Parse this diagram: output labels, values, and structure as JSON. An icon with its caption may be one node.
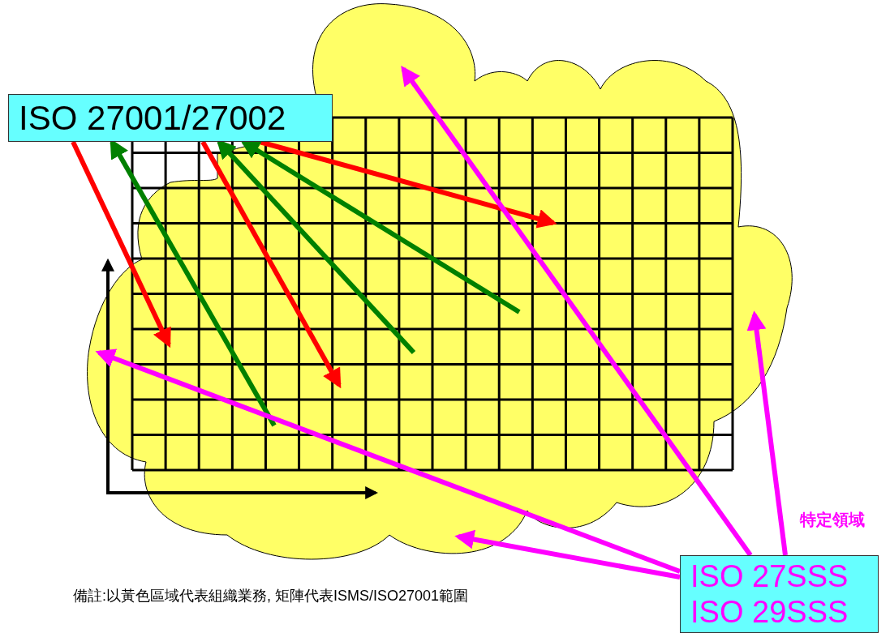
{
  "diagram": {
    "nodes": [
      {
        "text": [
          "ISO 27001/27002"
        ]
      },
      {
        "text": [
          "ISO 27SSS",
          "ISO 29SSS"
        ]
      }
    ],
    "edges": [
      {
        "from": 0,
        "to": null,
        "arrow": "to",
        "color": "#ff0000"
      },
      {
        "from": 0,
        "to": null,
        "arrow": "to",
        "color": "#ff0000"
      },
      {
        "from": 0,
        "to": null,
        "arrow": "to",
        "color": "#ff0000"
      },
      {
        "from": null,
        "to": 0,
        "arrow": "to",
        "color": "#008000"
      },
      {
        "from": null,
        "to": 0,
        "arrow": "to",
        "color": "#008000"
      },
      {
        "from": null,
        "to": 0,
        "arrow": "to",
        "color": "#008000"
      },
      {
        "from": 1,
        "to": null,
        "arrow": "to",
        "color": "#ff00ff"
      },
      {
        "from": 1,
        "to": null,
        "arrow": "to",
        "color": "#ff00ff"
      },
      {
        "from": 1,
        "to": null,
        "arrow": "to",
        "color": "#ff00ff"
      },
      {
        "from": 1,
        "to": null,
        "arrow": "to",
        "color": "#ff00ff"
      }
    ],
    "labels": [
      "特定領域",
      "備註:以黃色區域代表組織業務, 矩陣代表ISMS/ISO27001範圍"
    ]
  }
}
